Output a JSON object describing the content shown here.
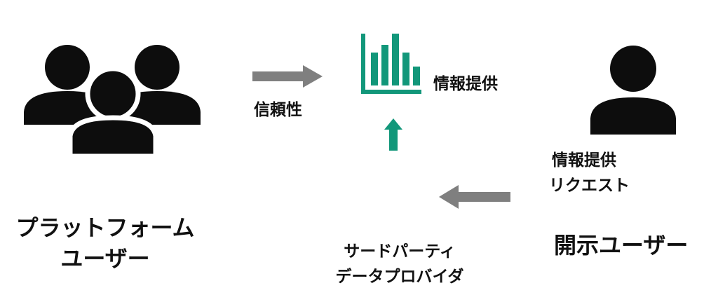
{
  "platform_users": {
    "icon": "users-group-icon",
    "label_line1": "プラットフォーム",
    "label_line2": "ユーザー"
  },
  "trust": {
    "arrow_icon": "arrow-right-icon",
    "label": "信頼性"
  },
  "data_chart": {
    "icon": "bar-chart-icon",
    "up_arrow_icon": "arrow-up-icon",
    "label": "情報提供"
  },
  "disclosing_user": {
    "icon": "user-icon",
    "request_line1": "情報提供",
    "request_line2": "リクエスト",
    "label": "開示ユーザー"
  },
  "third_party": {
    "arrow_icon": "arrow-left-icon",
    "label_line1": "サードパーティ",
    "label_line2": "データプロバイダ"
  },
  "colors": {
    "icon_dark": "#0d0d0d",
    "arrow_gray": "#7f7f7f",
    "accent_green": "#12977a"
  }
}
